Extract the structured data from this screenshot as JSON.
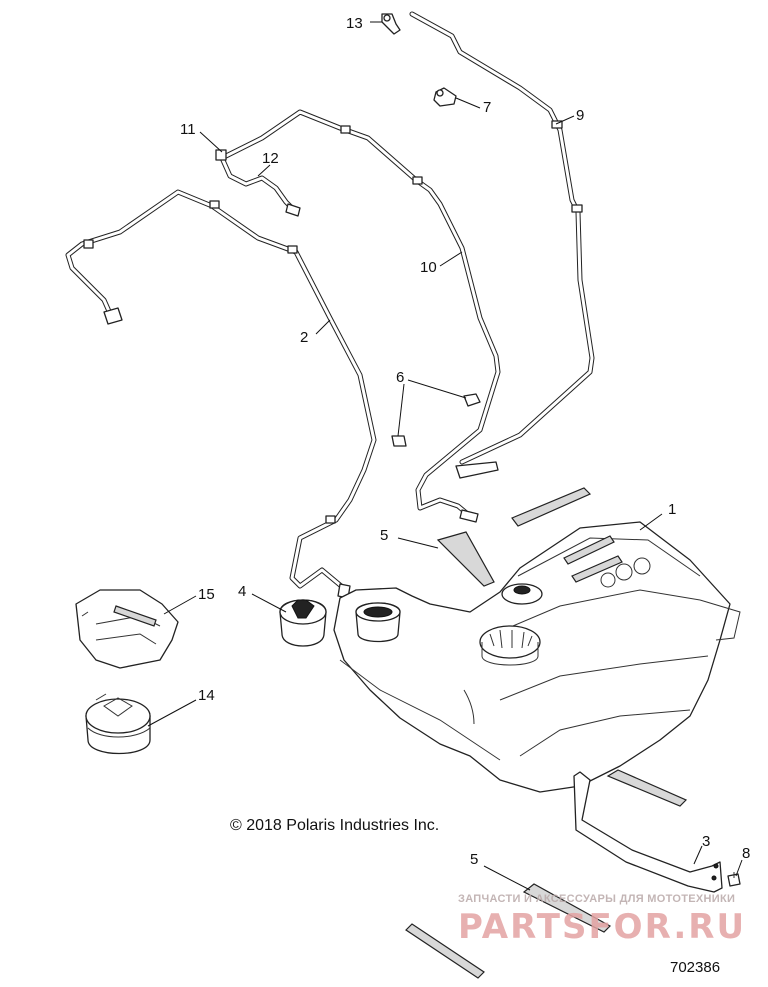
{
  "callouts": {
    "c1": "1",
    "c2": "2",
    "c3": "3",
    "c4": "4",
    "c5a": "5",
    "c5b": "5",
    "c6": "6",
    "c7": "7",
    "c8": "8",
    "c9": "9",
    "c10": "10",
    "c11": "11",
    "c12": "12",
    "c13": "13",
    "c14": "14",
    "c15": "15"
  },
  "copyright": "© 2018 Polaris Industries Inc.",
  "drawing_number": "702386",
  "watermark": {
    "line1": "ЗАПЧАСТИ И АКСЕССУАРЫ ДЛЯ МОТОТЕХНИКИ",
    "line2": "PARTSFOR.RU",
    "color": "#e3a3a3"
  }
}
